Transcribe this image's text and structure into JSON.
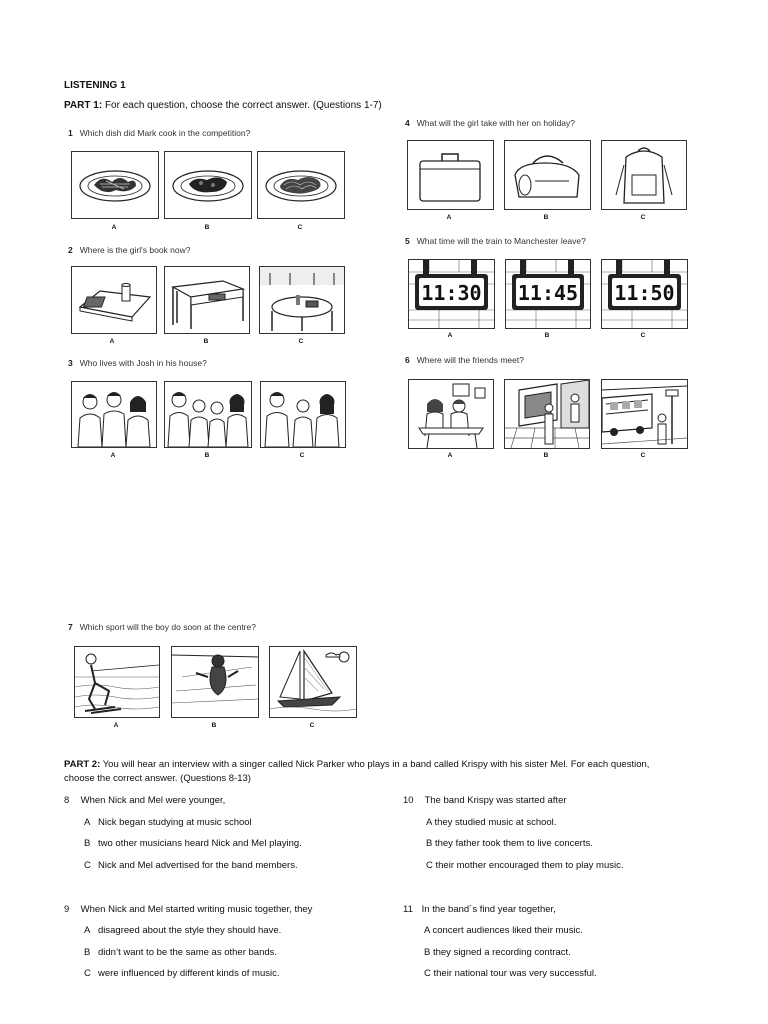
{
  "title": "LISTENING 1",
  "part1": {
    "label": "PART 1:",
    "instruction": "For each question, choose the correct answer. (Questions 1-7)",
    "questions": [
      {
        "num": "1",
        "text": "Which dish did Mark cook in the competition?",
        "options": [
          "A",
          "B",
          "C"
        ]
      },
      {
        "num": "2",
        "text": "Where is the girl's book now?",
        "options": [
          "A",
          "B",
          "C"
        ]
      },
      {
        "num": "3",
        "text": "Who lives with Josh in his house?",
        "options": [
          "A",
          "B",
          "C"
        ]
      },
      {
        "num": "4",
        "text": "What will the girl take with her on holiday?",
        "options": [
          "A",
          "B",
          "C"
        ]
      },
      {
        "num": "5",
        "text": "What time will the train to Manchester leave?",
        "options": [
          "A",
          "B",
          "C"
        ],
        "clock_times": [
          "11:30",
          "11:45",
          "11:50"
        ]
      },
      {
        "num": "6",
        "text": "Where will the friends meet?",
        "options": [
          "A",
          "B",
          "C"
        ]
      },
      {
        "num": "7",
        "text": "Which sport will the boy do soon at the centre?",
        "options": [
          "A",
          "B",
          "C"
        ]
      }
    ]
  },
  "part2": {
    "label": "PART 2:",
    "instruction_line1": "You will hear an interview with a singer called Nick Parker who plays in a band called Krispy with his sister Mel. For each question,",
    "instruction_line2": "choose the correct answer. (Questions 8-13)",
    "questions": [
      {
        "num": "8",
        "text": "When Nick and Mel were younger,",
        "options": [
          {
            "letter": "A",
            "text": "Nick began studying at music school"
          },
          {
            "letter": "B",
            "text": "two other musicians heard Nick and Mel playing."
          },
          {
            "letter": "C",
            "text": "Nick and Mel advertised for the band members."
          }
        ]
      },
      {
        "num": "9",
        "text": "When Nick and Mel started writing music together, they",
        "options": [
          {
            "letter": "A",
            "text": "disagreed about the style they should have."
          },
          {
            "letter": "B",
            "text": "didn’t want to be the same as other bands."
          },
          {
            "letter": "C",
            "text": "were influenced by different kinds of music."
          }
        ]
      },
      {
        "num": "10",
        "text": "The band Krispy was started after",
        "options": [
          {
            "text": "A they studied music at school."
          },
          {
            "text": "B they father took them to live concerts."
          },
          {
            "text": "C their mother encouraged them to play music."
          }
        ]
      },
      {
        "num": "11",
        "text": "In the band´s find year together,",
        "options": [
          {
            "text": "A concert audiences liked their music."
          },
          {
            "text": "B they signed a recording contract."
          },
          {
            "text": "C their national tour was very successful."
          }
        ]
      }
    ]
  }
}
